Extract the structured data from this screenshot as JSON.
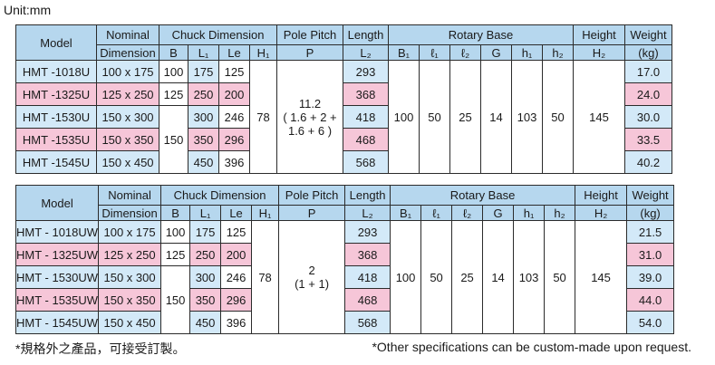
{
  "unit_label": "Unit:mm",
  "headers": {
    "model": "Model",
    "nominal_line1": "Nominal",
    "nominal_line2": "Dimension",
    "chuck_dimension": "Chuck Dimension",
    "pole_pitch": "Pole Pitch",
    "length": "Length",
    "rotary_base": "Rotary Base",
    "height": "Height",
    "weight": "Weight",
    "sub_B": "B",
    "sub_L1": "L₁",
    "sub_Le": "Le",
    "sub_H1": "H₁",
    "sub_P": "P",
    "sub_L2": "L₂",
    "sub_B1": "B₁",
    "sub_l1": "ℓ₁",
    "sub_l2": "ℓ₂",
    "sub_G": "G",
    "sub_h1": "h₁",
    "sub_h2": "h₂",
    "sub_H2": "H₂",
    "sub_kg": "(kg)"
  },
  "table1": {
    "rows": [
      {
        "model": "HMT -1018U",
        "nominal": "100 x 175",
        "L1": "175",
        "Le": "125",
        "L2": "293",
        "weight": "17.0"
      },
      {
        "model": "HMT -1325U",
        "nominal": "125 x 250",
        "L1": "250",
        "Le": "200",
        "L2": "368",
        "weight": "24.0"
      },
      {
        "model": "HMT -1530U",
        "nominal": "150 x 300",
        "L1": "300",
        "Le": "246",
        "L2": "418",
        "weight": "30.0"
      },
      {
        "model": "HMT -1535U",
        "nominal": "150 x 350",
        "L1": "350",
        "Le": "296",
        "L2": "468",
        "weight": "33.5"
      },
      {
        "model": "HMT -1545U",
        "nominal": "150 x 450",
        "L1": "450",
        "Le": "396",
        "L2": "568",
        "weight": "40.2"
      }
    ],
    "B_100": "100",
    "B_125": "125",
    "B_150": "150",
    "H1": "78",
    "pole_pitch_line1": "11.2",
    "pole_pitch_line2": "( 1.6 + 2 +",
    "pole_pitch_line3": "1.6 + 6 )",
    "B1": "100",
    "l1": "50",
    "l2": "25",
    "G": "14",
    "h1": "103",
    "h2": "50",
    "H2": "145"
  },
  "table2": {
    "rows": [
      {
        "model": "HMT - 1018UW",
        "nominal": "100 x 175",
        "L1": "175",
        "Le": "125",
        "L2": "293",
        "weight": "21.5"
      },
      {
        "model": "HMT - 1325UW",
        "nominal": "125 x 250",
        "L1": "250",
        "Le": "200",
        "L2": "368",
        "weight": "31.0"
      },
      {
        "model": "HMT - 1530UW",
        "nominal": "150 x 300",
        "L1": "300",
        "Le": "246",
        "L2": "418",
        "weight": "39.0"
      },
      {
        "model": "HMT - 1535UW",
        "nominal": "150 x 350",
        "L1": "350",
        "Le": "296",
        "L2": "468",
        "weight": "44.0"
      },
      {
        "model": "HMT - 1545UW",
        "nominal": "150 x 450",
        "L1": "450",
        "Le": "396",
        "L2": "568",
        "weight": "54.0"
      }
    ],
    "B_100": "100",
    "B_125": "125",
    "B_150": "150",
    "H1": "78",
    "pole_pitch_line1": "2",
    "pole_pitch_line2": "(1 + 1)",
    "B1": "100",
    "l1": "50",
    "l2": "25",
    "G": "14",
    "h1": "103",
    "h2": "50",
    "H2": "145"
  },
  "footnote_zh": "*規格外之產品，可接受訂製。",
  "footnote_en": "*Other specifications can be custom-made upon request.",
  "colors": {
    "header": "#b6d7ee",
    "pink": "#f6c6d8",
    "blue": "#d3e9f8"
  }
}
